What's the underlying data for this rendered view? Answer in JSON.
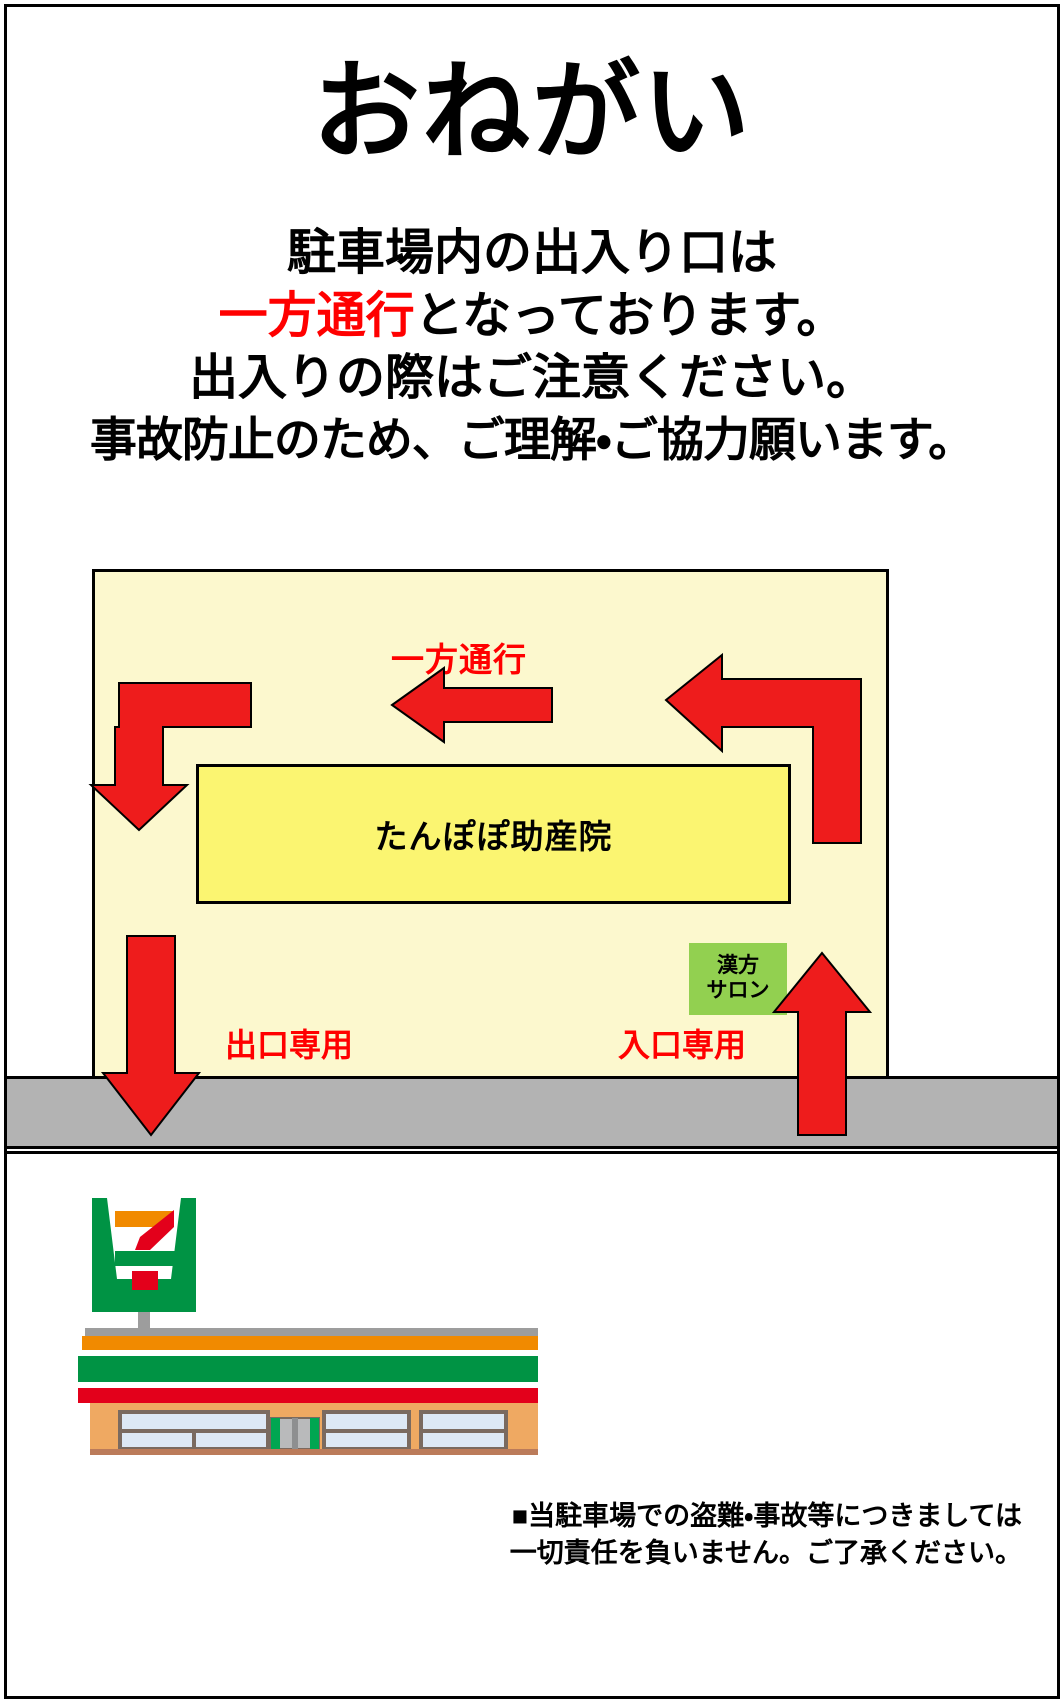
{
  "poster": {
    "headline": "おねがい",
    "body_lines": [
      {
        "segments": [
          {
            "text": "駐車場内の出入り口は",
            "color": "black"
          }
        ]
      },
      {
        "segments": [
          {
            "text": "一方通行",
            "color": "red"
          },
          {
            "text": "となっております。",
            "color": "black"
          }
        ]
      },
      {
        "segments": [
          {
            "text": "出入りの際はご注意ください。",
            "color": "black"
          }
        ]
      },
      {
        "segments": [
          {
            "text": "事故防止のため、ご理解・ご協力願います。",
            "color": "black"
          }
        ]
      }
    ],
    "body_line_1": "駐車場内の出入り口は",
    "body_line_2_red": "一方通行",
    "body_line_2_black": "となっております。",
    "body_line_3": "出入りの際はご注意ください。",
    "body_line_4": "事故防止のため、ご理解・ご協力願います。"
  },
  "map": {
    "oneway_caption": "一方通行",
    "clinic_label": "たんぽぽ助産院",
    "salon_label_line1": "漢方",
    "salon_label_line2": "サロン",
    "exit_label": "出口専用",
    "entry_label": "入口専用",
    "colors": {
      "lot_fill": "#fcf8ce",
      "clinic_fill": "#fbf571",
      "salon_fill": "#92d050",
      "arrow_fill": "#ee1c1c",
      "road_fill": "#b3b3b3",
      "red_text": "#ff0000"
    },
    "arrows": [
      {
        "name": "entry-up-arrow",
        "direction": "up",
        "meaning": "入口専用"
      },
      {
        "name": "entry-turn-left-arrow",
        "direction": "left-turn",
        "meaning": "入口から左折"
      },
      {
        "name": "oneway-left-arrow",
        "direction": "left",
        "meaning": "一方通行"
      },
      {
        "name": "exit-turn-down-arrow",
        "direction": "down-turn",
        "meaning": "出口へ下る"
      },
      {
        "name": "exit-down-arrow",
        "direction": "down",
        "meaning": "出口専用"
      }
    ]
  },
  "store": {
    "brand": "7-Eleven",
    "sign_icon": "seven-eleven-logo",
    "colors": {
      "sign_green": "#009344",
      "sign_orange": "#f18a00",
      "sign_red": "#e3001b",
      "wall": "#efa962",
      "window": "#dde8f5",
      "window_frame": "#7a6a60",
      "pole": "#9d9d9d",
      "base": "#bb7b5a",
      "door_frame": "#00a651"
    }
  },
  "disclaimer": {
    "line1": "■当駐車場での盗難・事故等につきましては",
    "line2": "一切責任を負いません。ご了承ください。"
  }
}
